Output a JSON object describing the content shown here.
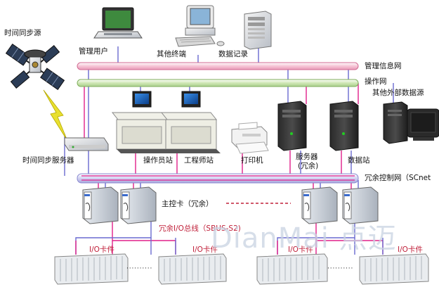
{
  "labels": {
    "time_source": "时间同步源",
    "mgmt_user": "管理用户",
    "other_terminal": "其他终端",
    "data_record": "数据记录",
    "mgmt_info_net": "管理信息网",
    "operation_net": "操作网",
    "other_external": "其他外部数据源",
    "time_server": "时间同步服务器",
    "operator_station": "操作员站",
    "engineer_station": "工程师站",
    "printer": "打印机",
    "server": "服务器",
    "server_redundant": "(冗余)",
    "data_station": "数据站",
    "redundant_ctrl_net": "冗余控制网（SCnet",
    "main_ctrl_card": "主控卡（冗余）",
    "redundant_io_bus": "冗余I/O总线（SBUS-S2)",
    "io_card": "I/O卡件",
    "dots": "· · · · · · · · · ·",
    "watermark": "DianMai 点迈"
  },
  "icons": {
    "satellite": "satellite-icon",
    "laptop": "laptop-icon",
    "computer": "desktop-computer-icon",
    "tower": "tower-server-icon",
    "console": "operator-console-icon",
    "printer": "printer-icon",
    "monitor": "crt-monitor-icon",
    "rack": "controller-rack-icon",
    "io_module": "io-module-icon"
  },
  "colors": {
    "pink_line": "#e0208a",
    "blue_line": "#6a6ad0",
    "pipe_pink_fill": "#f6c4d6",
    "pipe_green_fill": "#cfe7b5",
    "pipe_ctrl_fill": "#c9c9ee",
    "dashed_red": "#c0203a",
    "lightning": "#e8e030"
  }
}
